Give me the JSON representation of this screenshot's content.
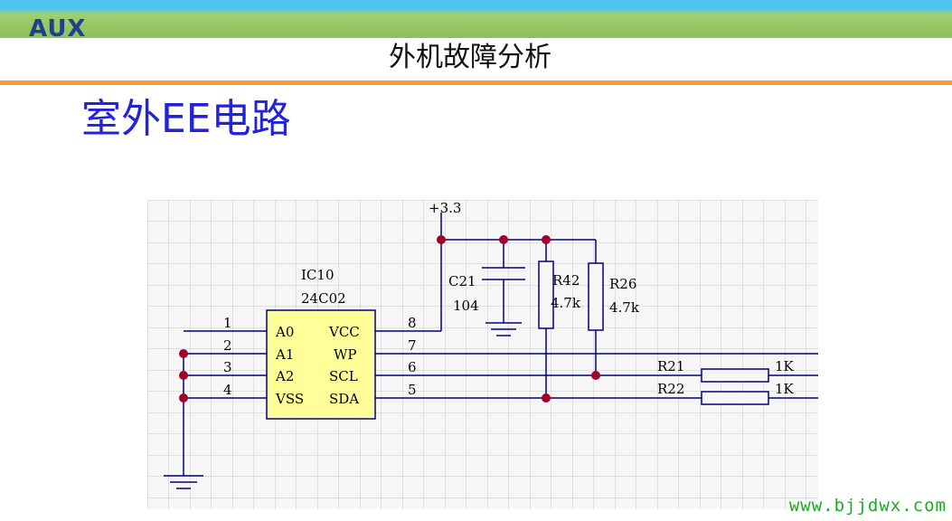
{
  "header": {
    "logo_text": "AUX",
    "title": "外机故障分析"
  },
  "slide": {
    "title": "室外EE电路"
  },
  "schematic": {
    "supply_label": "+3.3",
    "ic": {
      "ref": "IC10",
      "part": "24C02",
      "pins_left": [
        {
          "num": "1",
          "name": "A0"
        },
        {
          "num": "2",
          "name": "A1"
        },
        {
          "num": "3",
          "name": "A2"
        },
        {
          "num": "4",
          "name": "VSS"
        }
      ],
      "pins_right": [
        {
          "num": "8",
          "name": "VCC"
        },
        {
          "num": "7",
          "name": "WP"
        },
        {
          "num": "6",
          "name": "SCL"
        },
        {
          "num": "5",
          "name": "SDA"
        }
      ]
    },
    "capacitor": {
      "ref": "C21",
      "value": "104"
    },
    "resistors": [
      {
        "ref": "R42",
        "value": "4.7k"
      },
      {
        "ref": "R26",
        "value": "4.7k"
      },
      {
        "ref": "R21",
        "value": "1K"
      },
      {
        "ref": "R22",
        "value": "1K"
      }
    ]
  },
  "footer": {
    "watermark": "www.bjjdwx.com"
  },
  "colors": {
    "grid": "#c9c9c9",
    "wire": "#000080",
    "junction": "#a0002a",
    "ic_fill": "#ffff99",
    "title_blue": "#2222d8"
  }
}
